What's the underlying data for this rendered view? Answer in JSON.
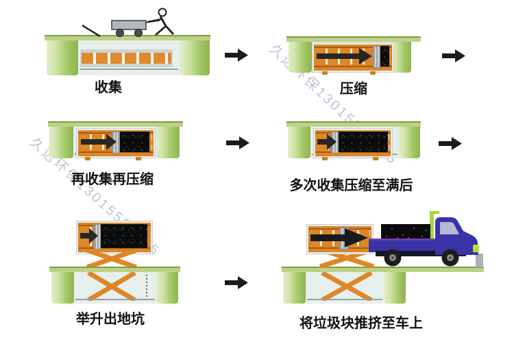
{
  "watermark": {
    "text": "久远环保13015552325"
  },
  "steps": [
    {
      "label": "收集"
    },
    {
      "label": "压缩"
    },
    {
      "label": "再收集再压缩"
    },
    {
      "label": "多次收集压缩至满后"
    },
    {
      "label": "举升出地坑"
    },
    {
      "label": "将垃圾块推挤至车上"
    }
  ],
  "colors": {
    "container_orange": "#dc8628",
    "pit_wall_green": "#9cc25e",
    "ground_green": "#bdd288",
    "truck_blue": "#3a33a6",
    "flow_arrow_black": "#1c1c1c",
    "waste_black": "#0b0b0b",
    "watermark_gray": "#b6bacd",
    "lift_orange": "#df8628"
  }
}
